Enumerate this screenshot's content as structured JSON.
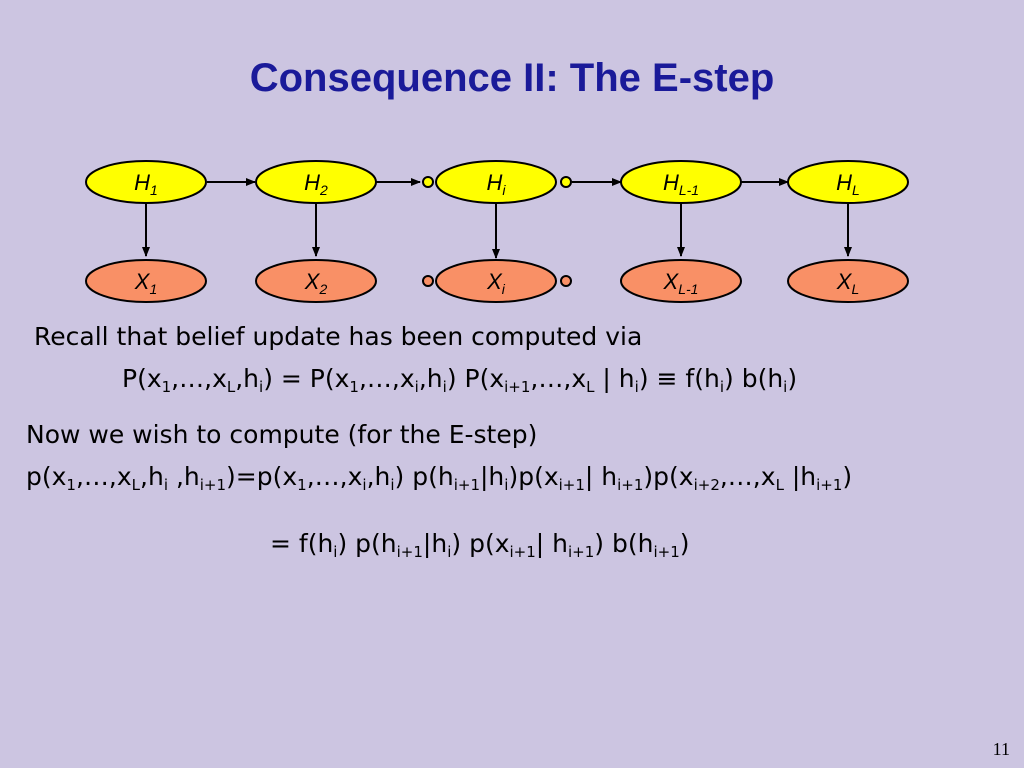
{
  "title": "Consequence II: The E-step",
  "diagram": {
    "hidden_nodes": [
      {
        "base": "H",
        "sub": "1"
      },
      {
        "base": "H",
        "sub": "2"
      },
      {
        "base": "H",
        "sub": "i"
      },
      {
        "base": "H",
        "sub": "L-1"
      },
      {
        "base": "H",
        "sub": "L"
      }
    ],
    "observed_nodes": [
      {
        "base": "X",
        "sub": "1"
      },
      {
        "base": "X",
        "sub": "2"
      },
      {
        "base": "X",
        "sub": "i"
      },
      {
        "base": "X",
        "sub": "L-1"
      },
      {
        "base": "X",
        "sub": "L"
      }
    ],
    "colors": {
      "hidden_fill": "#ffff00",
      "observed_fill": "#f99066",
      "title": "#1a1a99",
      "background": "#ccc5e1"
    }
  },
  "text": {
    "recall": "Recall that belief update has been computed via",
    "eq1": "P(x<sub>1</sub>,…,x<sub>L</sub>,h<sub>i</sub>) = P(x<sub>1</sub>,…,x<sub>i</sub>,h<sub>i</sub>) P(x<sub>i+1</sub>,…,x<sub>L</sub> | h<sub>i</sub>) ≡ f(h<sub>i</sub>) b(h<sub>i</sub>)",
    "now": "Now we wish to compute (for the E-step)",
    "eq2": "p(x<sub>1</sub>,…,x<sub>L</sub>,h<sub>i</sub> ,h<sub>i+1</sub>)=p(x<sub>1</sub>,…,x<sub>i</sub>,h<sub>i</sub>) p(h<sub>i+1</sub>|h<sub>i</sub>)p(x<sub>i+1</sub>| h<sub>i+1</sub>)p(x<sub>i+2</sub>,…,x<sub>L</sub> |h<sub>i+1</sub>)",
    "eq3": "= f(h<sub>i</sub>) p(h<sub>i+1</sub>|h<sub>i</sub>) p(x<sub>i+1</sub>| h<sub>i+1</sub>) b(h<sub>i+1</sub>)"
  },
  "page_number": "11"
}
